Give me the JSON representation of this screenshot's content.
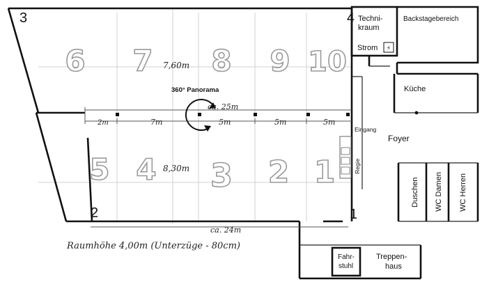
{
  "corners": {
    "c1": "1",
    "c2": "2",
    "c3": "3",
    "c4": "4"
  },
  "rooms": {
    "technik": [
      "Techni-",
      "kraum"
    ],
    "strom": "Strom",
    "backstage": "Backstagebereich",
    "kueche": "Küche",
    "foyer": "Foyer",
    "eingang": "Eingang",
    "regie": "Regie",
    "duschen": "Duschen",
    "wc_damen": "WC Damen",
    "wc_herren": "WC Herren",
    "fahrstuhl": [
      "Fahr-",
      "stuhl"
    ],
    "treppenhaus": [
      "Treppen-",
      "haus"
    ]
  },
  "sections_top": [
    "6",
    "7",
    "8",
    "9",
    "10"
  ],
  "sections_bottom": [
    "5",
    "4",
    "3",
    "2",
    "1"
  ],
  "depth_top": "7,60m",
  "depth_bottom": "8,30m",
  "panorama": "360° Panorama",
  "total_length_top": "ca. 25m",
  "segments": [
    "2m",
    "7m",
    "5m",
    "5m",
    "5m"
  ],
  "total_length_bottom": "ca. 24m",
  "room_height_note": "Raumhöhe 4,00m (Unterzüge - 80cm)",
  "icon_power": "⚡"
}
